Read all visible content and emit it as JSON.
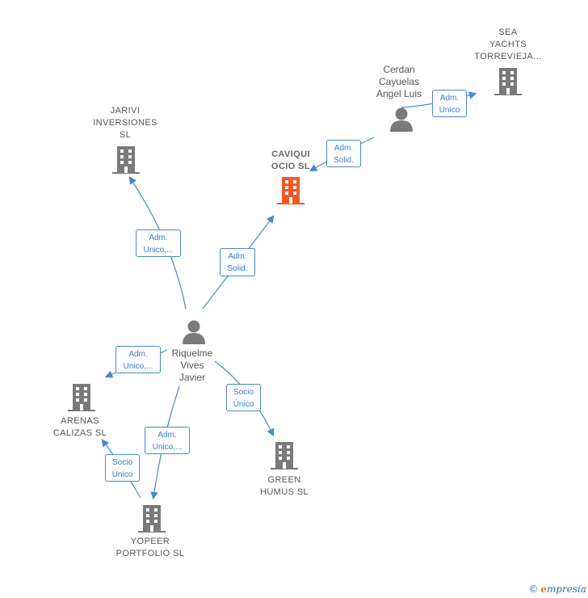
{
  "diagram": {
    "nodes": {
      "sea_yachts": {
        "label": "SEA\nYACHTS\nTORREVIEJA..."
      },
      "cerdan": {
        "label": "Cerdan\nCayuelas\nAngel Luis"
      },
      "jarivi": {
        "label": "JARIVI\nINVERSIONES\nSL"
      },
      "caviqui": {
        "label": "CAVIQUI\nOCIO  SL"
      },
      "riquelme": {
        "label": "Riquelme\nVives\nJavier"
      },
      "arenas": {
        "label": "ARENAS\nCALIZAS  SL"
      },
      "green": {
        "label": "GREEN\nHUMUS  SL"
      },
      "yopeer": {
        "label": "YOPEER\nPORTFOLIO  SL"
      }
    },
    "edges": {
      "cerdan_sea": {
        "label": "Adm.\nUnico"
      },
      "cerdan_caviqui": {
        "label": "Adm.\nSolid."
      },
      "riquelme_jarivi": {
        "label": "Adm.\nUnico,..."
      },
      "riquelme_caviqui": {
        "label": "Adm.\nSolid."
      },
      "riquelme_arenas": {
        "label": "Adm.\nUnico,..."
      },
      "riquelme_green": {
        "label": "Socio\nÚnico"
      },
      "riquelme_yopeer": {
        "label": "Adm.\nUnico,..."
      },
      "yopeer_arenas": {
        "label": "Socio\nÚnico"
      }
    },
    "colors": {
      "edge": "#4a88d0",
      "company": "#7a7a7a",
      "focus_company": "#f05a28",
      "person": "#7a7a7a"
    }
  },
  "footer": {
    "copyright_symbol": "©",
    "brand_first": "e",
    "brand_rest": "mpresia"
  }
}
